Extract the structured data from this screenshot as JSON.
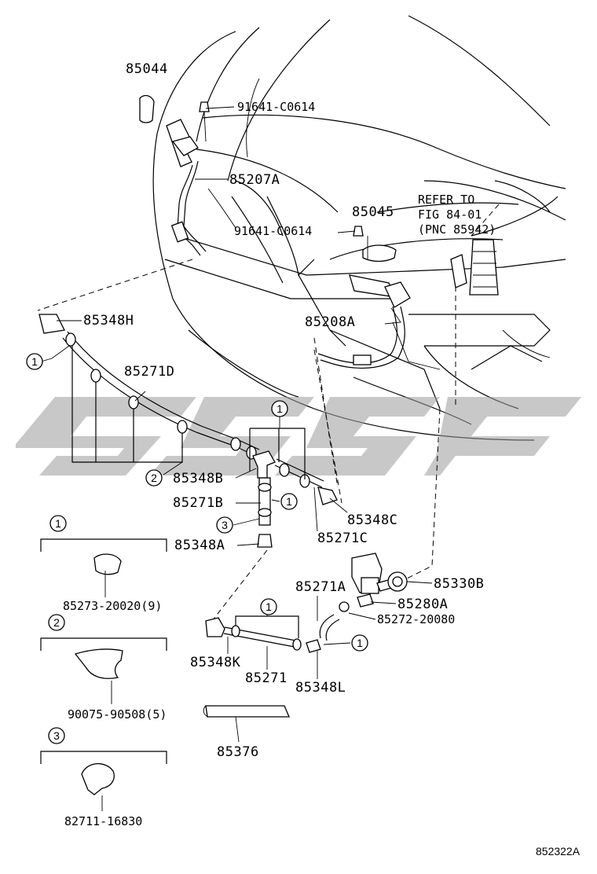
{
  "diagram_id": "852322A",
  "watermark": "watermark-logo",
  "refer_note": [
    "REFER TO",
    "FIG 84-01",
    "(PNC 85942)"
  ],
  "parts": {
    "p85044": "85044",
    "p91641_top": "91641-C0614",
    "p85207A": "85207A",
    "p85045": "85045",
    "p91641_mid": "91641-C0614",
    "p85348H": "85348H",
    "p85208A": "85208A",
    "p85271D": "85271D",
    "p85348B": "85348B",
    "p85271B": "85271B",
    "p85348C": "85348C",
    "p85271C": "85271C",
    "p85348A": "85348A",
    "p85271A": "85271A",
    "p85330B": "85330B",
    "p85280A": "85280A",
    "p85272": "85272-20080",
    "p85348K": "85348K",
    "p85271": "85271",
    "p85348L": "85348L",
    "p85376": "85376"
  },
  "callouts": [
    "1",
    "2",
    "3"
  ],
  "legend": [
    {
      "num": "1",
      "part": "85273-20020(9)"
    },
    {
      "num": "2",
      "part": "90075-90508(5)"
    },
    {
      "num": "3",
      "part": "82711-16830"
    }
  ]
}
